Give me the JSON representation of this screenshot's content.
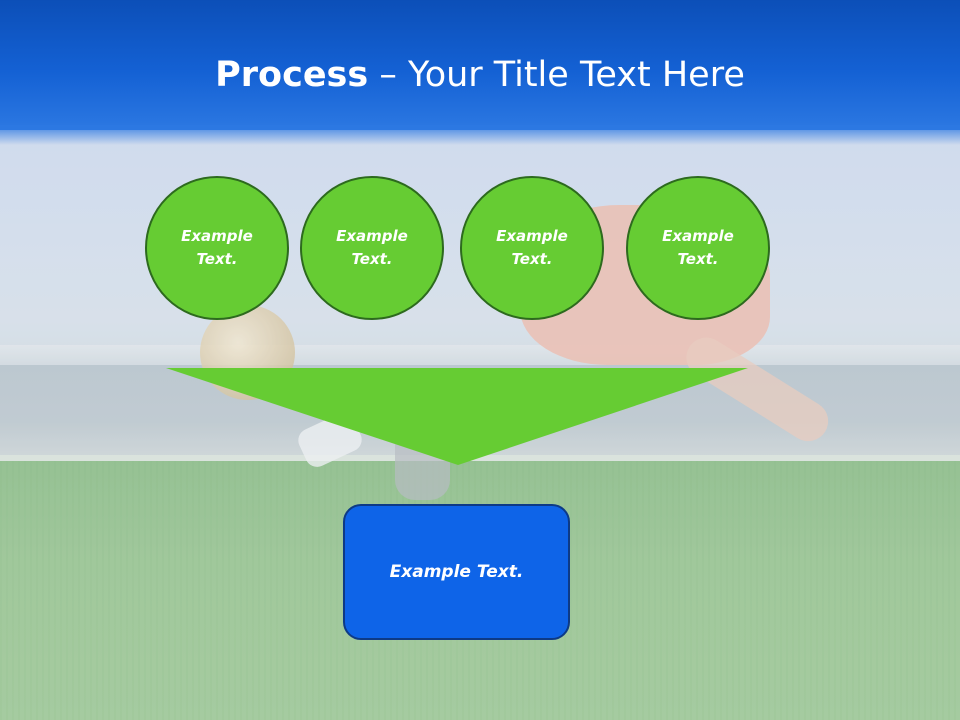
{
  "slide": {
    "title_bold": "Process",
    "title_rest": " – Your Title Text Here",
    "circles": [
      {
        "line1": "Example",
        "line2": "Text."
      },
      {
        "line1": "Example",
        "line2": "Text."
      },
      {
        "line1": "Example",
        "line2": "Text."
      },
      {
        "line1": "Example",
        "line2": "Text."
      }
    ],
    "result_text": "Example Text."
  },
  "colors": {
    "header_blue": "#1461d4",
    "circle_green": "#66cc33",
    "funnel_green": "#66cc33",
    "box_blue": "#0e64e8"
  },
  "background_image": "soccer-player-kicking-ball-stadium-photo"
}
